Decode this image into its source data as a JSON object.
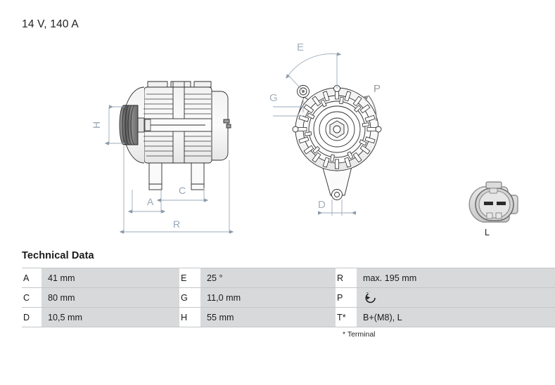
{
  "header": {
    "spec": "14 V, 140 A"
  },
  "drawing": {
    "side_view": {
      "name": "alternator-side-view",
      "dimension_labels": [
        "H",
        "A",
        "C",
        "R"
      ]
    },
    "front_view": {
      "name": "alternator-front-view",
      "dimension_labels": [
        "E",
        "G",
        "P",
        "D"
      ]
    },
    "connector": {
      "name": "electrical-connector",
      "label": "L",
      "pins": 2
    }
  },
  "tech": {
    "heading": "Technical Data",
    "rows": [
      {
        "k1": "A",
        "v1": "41 mm",
        "k2": "E",
        "v2": "25 °",
        "k3": "R",
        "v3": "max. 195 mm"
      },
      {
        "k1": "C",
        "v1": "80 mm",
        "k2": "G",
        "v2": "11,0 mm",
        "k3": "P",
        "v3": ""
      },
      {
        "k1": "D",
        "v1": "10,5 mm",
        "k2": "H",
        "v2": "55 mm",
        "k3": "T*",
        "v3": "B+(M8), L"
      }
    ],
    "footnote": "* Terminal"
  },
  "colors": {
    "dimension_line": "#9aa9b8",
    "drawing_line": "#2b2b2b",
    "table_value_bg": "#d7d9da",
    "table_border": "#c3c6c8"
  }
}
